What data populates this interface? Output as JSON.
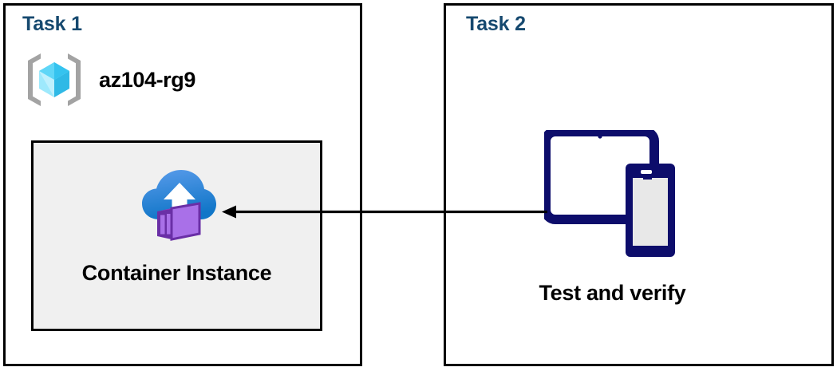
{
  "diagram": {
    "title_color": "#16496f",
    "arrow_color": "#000000",
    "panels": [
      {
        "id": "task1",
        "label": "Task 1",
        "resource_group": {
          "icon": "azure-resource-group-icon",
          "label": "az104-rg9"
        },
        "resource": {
          "icon": "azure-container-instance-icon",
          "label": "Container Instance",
          "fill": "#f0f0f0",
          "border": "#000000"
        }
      },
      {
        "id": "task2",
        "label": "Task 2",
        "resource": {
          "icon": "devices-tablet-phone-icon",
          "label": "Test and verify",
          "color": "#0d0d6b"
        }
      }
    ],
    "connector": {
      "name": "arrow-task2-to-container-instance",
      "direction": "right-to-left",
      "from": "Test and verify",
      "to": "Container Instance"
    },
    "colors": {
      "rg_cube_light": "#86e1fb",
      "rg_cube_mid": "#32c5f4",
      "rg_cube_dark": "#1aa7d6",
      "rg_bracket": "#a3a3a3",
      "cloud_top": "#4f95e8",
      "cloud_bottom": "#1277c9",
      "container_light": "#a970e8",
      "container_dark": "#6a2fa6",
      "device_navy": "#0d0d6b",
      "phone_screen": "#e8e8e8"
    }
  }
}
